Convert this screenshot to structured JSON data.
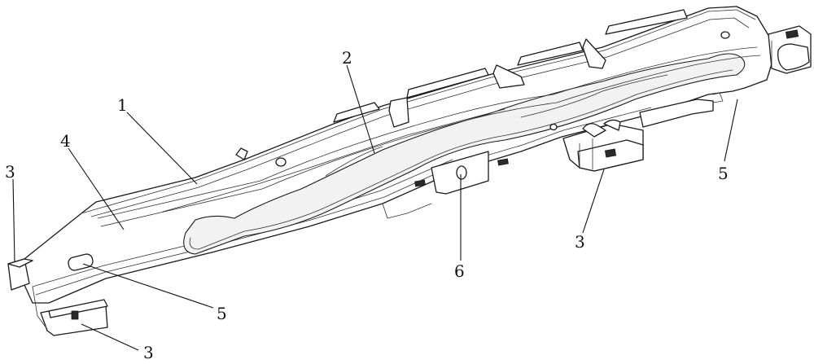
{
  "callouts": [
    {
      "id": "c1",
      "text": "1"
    },
    {
      "id": "c2",
      "text": "2"
    },
    {
      "id": "c3a",
      "text": "3"
    },
    {
      "id": "c3b",
      "text": "3"
    },
    {
      "id": "c3c",
      "text": "3"
    },
    {
      "id": "c4",
      "text": "4"
    },
    {
      "id": "c5a",
      "text": "5"
    },
    {
      "id": "c5b",
      "text": "5"
    },
    {
      "id": "c6",
      "text": "6"
    }
  ]
}
